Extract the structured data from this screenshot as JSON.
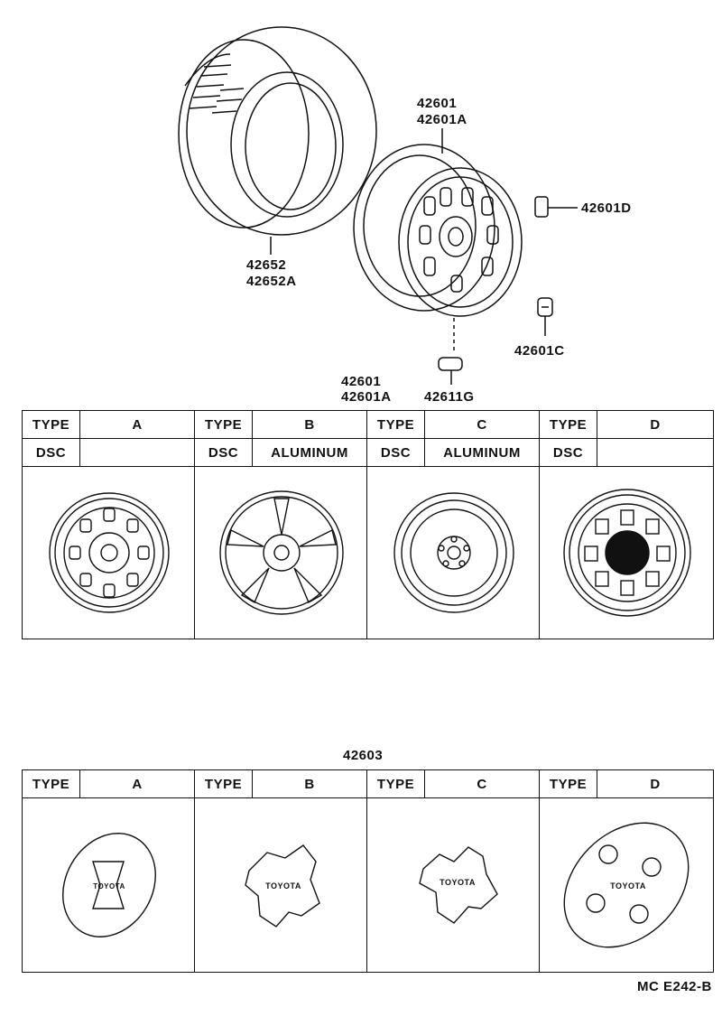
{
  "parts": {
    "tire": [
      "42652",
      "42652A"
    ],
    "wheel": [
      "42601",
      "42601A"
    ],
    "wheel_lower": [
      "42601",
      "42601A"
    ],
    "balance_weight": "42601D",
    "hub_nut": "42601C",
    "valve": "42611G",
    "cap_group": "42603"
  },
  "wheel_table": {
    "type_label": "TYPE",
    "dsc_label": "DSC",
    "columns": [
      {
        "type": "A",
        "dsc": ""
      },
      {
        "type": "B",
        "dsc": "ALUMINUM"
      },
      {
        "type": "C",
        "dsc": "ALUMINUM"
      },
      {
        "type": "D",
        "dsc": ""
      }
    ]
  },
  "cap_table": {
    "type_label": "TYPE",
    "columns": [
      {
        "type": "A",
        "brand": "TOYOTA"
      },
      {
        "type": "B",
        "brand": "TOYOTA"
      },
      {
        "type": "C",
        "brand": "TOYOTA"
      },
      {
        "type": "D",
        "brand": "TOYOTA"
      }
    ]
  },
  "footer_code": "MC E242-B"
}
